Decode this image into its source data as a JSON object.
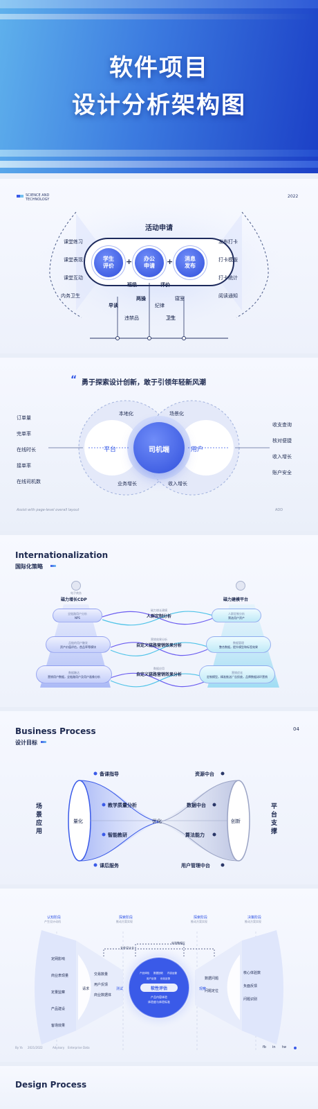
{
  "hero": {
    "title_line1": "软件项目",
    "title_line2": "设计分析架构图"
  },
  "s1": {
    "brand_line1": "SCIENCE AND",
    "brand_line2": "TECHNOLOGY",
    "year": "2022",
    "title": "活动申请",
    "left_items": [
      "课堂练习",
      "课堂表现",
      "课堂互动",
      "内务卫生"
    ],
    "right_items": [
      "发布打卡",
      "打卡模版",
      "打卡统计",
      "阅读通知"
    ],
    "circles": [
      {
        "l1": "学生",
        "l2": "评价"
      },
      {
        "l1": "办公",
        "l2": "申请"
      },
      {
        "l1": "消息",
        "l2": "发布"
      }
    ],
    "plus": "+",
    "under_labels": [
      "班级",
      "评价"
    ],
    "bottom_labels": [
      "早读",
      "两操",
      "纪律",
      "寝室",
      "违禁品",
      "卫生"
    ]
  },
  "s2": {
    "quote_mark": "“",
    "title": "勇于探索设计创新，敢于引领年轻新风潮",
    "left_items": [
      "订单量",
      "完单率",
      "在线时长",
      "接单率",
      "在线司机数"
    ],
    "right_items": [
      "收支查询",
      "核对便捷",
      "收入增长",
      "账户安全"
    ],
    "circle_left": "平台",
    "circle_center": "司机端",
    "circle_right": "用户",
    "top_labels": [
      "本地化",
      "场景化"
    ],
    "bottom_labels": [
      "业务增长",
      "收入增长"
    ],
    "footer_left": "Assist with page-level overall layout",
    "footer_right": "ADD"
  },
  "s3": {
    "title_en": "Internationalization",
    "title_cn": "国际化策略",
    "left_icon_label": "电子商务",
    "left_head": "磁力增长CDP",
    "right_head": "磁力建模平台",
    "left_nodes": [
      {
        "l1": "全链路用户分析",
        "l2": "NPS"
      },
      {
        "l1": "品链的用户触发",
        "l2": "资产价值评估，首品率等模块"
      },
      {
        "l1": "数据触达",
        "l2": "营销用户数据，全链路用户及用户画像分析"
      }
    ],
    "right_nodes": [
      {
        "l1": "人群定制分析",
        "l2": "筛选用户资产"
      },
      {
        "l1": "数据管理",
        "l2": "整合数据，提升模型和标签效果"
      },
      {
        "l1": "营销优化",
        "l2": "定制模型，精准推送广告投放，品牌数据闭环营销"
      }
    ],
    "center_nodes": [
      {
        "l1": "磁力增长建模",
        "l2": "人群定制分析"
      },
      {
        "l1": "营销效果分析",
        "l2": "自定义链路营销效果分析"
      },
      {
        "l1": "数据应用",
        "l2": "自定义链路营销效果分析"
      }
    ]
  },
  "s4": {
    "title_en": "Business Process",
    "num": "04",
    "title_cn": "设计目标",
    "left_vertical": [
      "场",
      "景",
      "应",
      "用"
    ],
    "right_vertical": [
      "平",
      "台",
      "支",
      "撑"
    ],
    "left_labels": [
      "备课指导",
      "教学质量分析",
      "智能教研",
      "课后服务"
    ],
    "right_labels": [
      "资源中台",
      "数据中台",
      "算法能力",
      "用户管理中台"
    ],
    "center_left": "量化",
    "center_mid": "优化",
    "center_right": "创新"
  },
  "s5": {
    "stages": [
      {
        "en": "认知阶段",
        "cn": "产生设计动机"
      },
      {
        "en": "探索阶段",
        "cn": "推动方案实现"
      },
      {
        "en": "探索阶段",
        "cn": "推动方案实现"
      },
      {
        "en": "决策阶段",
        "cn": "推动方案实现"
      }
    ],
    "left_items": [
      "定网影响",
      "商业表现量",
      "定量监察",
      "产品建设",
      "客场效果"
    ],
    "mid_left_items": [
      "交易数量",
      "用户反馈",
      "商业数据体"
    ],
    "mid_left_group": "请求",
    "mid_center_left": "测试",
    "mid_right_items": [
      "数据问题",
      "问题定位"
    ],
    "mid_right_group": "观察",
    "right_items": [
      "核心体验数",
      "负面反馈",
      "问题识别"
    ],
    "top_left_label": "文件设计方",
    "top_right_label": "实验数据反",
    "center_small": [
      "产品体验",
      "数据回收",
      "内容运营"
    ],
    "center_row2": [
      "用户反馈",
      "优化反馈"
    ],
    "center_pill": "软性评估",
    "center_bottom1": "产品内容体验",
    "center_bottom2": "体验度与体验标准",
    "footer": [
      "By Ya",
      "2021/2022",
      "Advisory",
      "Enterprise",
      "Data"
    ],
    "socials": [
      "fb",
      "in",
      "tw"
    ]
  },
  "s6": {
    "title_en": "Design Process"
  }
}
